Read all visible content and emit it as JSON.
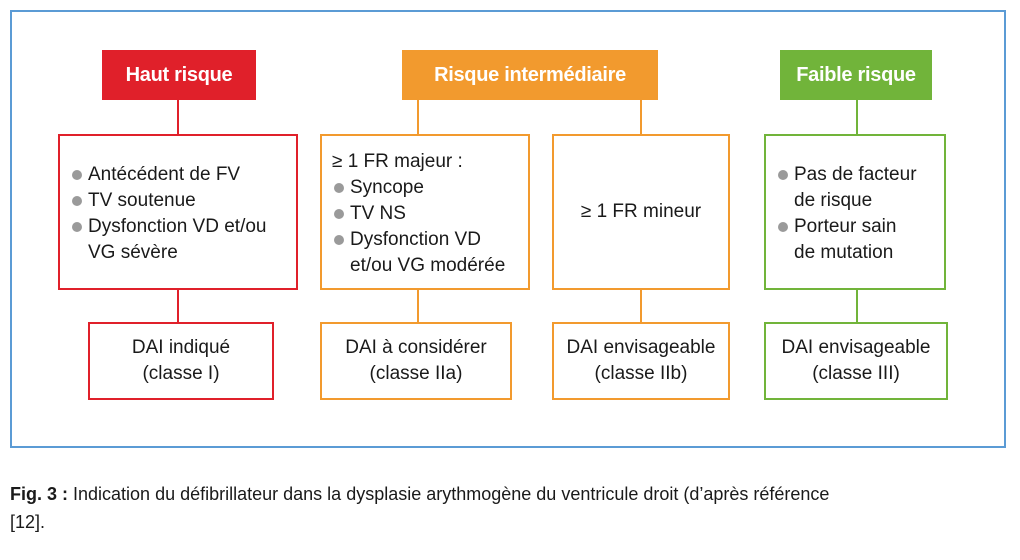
{
  "colors": {
    "high": "#e0202a",
    "intermediate": "#f29a2e",
    "low": "#71b43a",
    "frame": "#5b9bd5",
    "bullet": "#9a9a9a"
  },
  "columns": {
    "high": {
      "header": "Haut risque",
      "items": [
        "Antécédent de FV",
        "TV soutenue",
        "Dysfonction VD et/ou",
        "VG sévère"
      ],
      "result": [
        "DAI indiqué",
        "(classe I)"
      ]
    },
    "intermediate": {
      "header": "Risque intermédiaire",
      "major": {
        "title": "≥ 1 FR majeur :",
        "items": [
          "Syncope",
          "TV NS",
          "Dysfonction VD",
          "et/ou VG modérée"
        ],
        "result": [
          "DAI à considérer",
          "(classe IIa)"
        ]
      },
      "minor": {
        "text": "≥ 1 FR mineur",
        "result": [
          "DAI envisageable",
          "(classe IIb)"
        ]
      }
    },
    "low": {
      "header": "Faible risque",
      "items": [
        "Pas de facteur",
        "de risque",
        "Porteur sain",
        "de mutation"
      ],
      "result": [
        "DAI envisageable",
        "(classe III)"
      ]
    }
  },
  "caption": {
    "label": "Fig. 3 :",
    "text": "Indication du défibrillateur dans la dysplasie arythmogène du ventricule droit (d’après référence",
    "ref": "[12]."
  }
}
